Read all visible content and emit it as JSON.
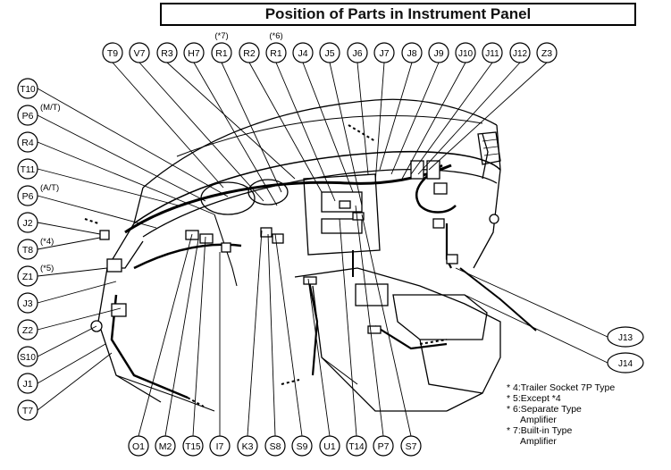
{
  "title": "Position of Parts in Instrument Panel",
  "labels": {
    "top": [
      {
        "code": "T9"
      },
      {
        "code": "V7"
      },
      {
        "code": "R3"
      },
      {
        "code": "H7"
      },
      {
        "code": "R1",
        "note": "(*7)"
      },
      {
        "code": "R2"
      },
      {
        "code": "R1",
        "note": "(*6)"
      },
      {
        "code": "J4"
      },
      {
        "code": "J5"
      },
      {
        "code": "J6"
      },
      {
        "code": "J7"
      },
      {
        "code": "J8"
      },
      {
        "code": "J9"
      },
      {
        "code": "J10"
      },
      {
        "code": "J11"
      },
      {
        "code": "J12"
      },
      {
        "code": "Z3"
      }
    ],
    "left": [
      {
        "code": "T10"
      },
      {
        "code": "P6",
        "note": "(M/T)"
      },
      {
        "code": "R4"
      },
      {
        "code": "T11"
      },
      {
        "code": "P6",
        "note": "(A/T)"
      },
      {
        "code": "J2"
      },
      {
        "code": "T8",
        "note": "(*4)"
      },
      {
        "code": "Z1",
        "note": "(*5)"
      },
      {
        "code": "J3"
      },
      {
        "code": "Z2"
      },
      {
        "code": "S10"
      },
      {
        "code": "J1"
      },
      {
        "code": "T7"
      }
    ],
    "bottom": [
      {
        "code": "O1"
      },
      {
        "code": "M2"
      },
      {
        "code": "T15"
      },
      {
        "code": "I7"
      },
      {
        "code": "K3"
      },
      {
        "code": "S8"
      },
      {
        "code": "S9"
      },
      {
        "code": "U1"
      },
      {
        "code": "T14"
      },
      {
        "code": "P7"
      },
      {
        "code": "S7"
      }
    ],
    "right": [
      {
        "code": "J13"
      },
      {
        "code": "J14"
      }
    ]
  },
  "notes": [
    {
      "text": "* 4:Trailer Socket 7P Type"
    },
    {
      "text": "* 5:Except *4"
    },
    {
      "text": "* 6:Separate Type"
    },
    {
      "text": "Amplifier",
      "indent": true
    },
    {
      "text": "* 7:Built-in Type"
    },
    {
      "text": "Amplifier",
      "indent": true
    }
  ]
}
